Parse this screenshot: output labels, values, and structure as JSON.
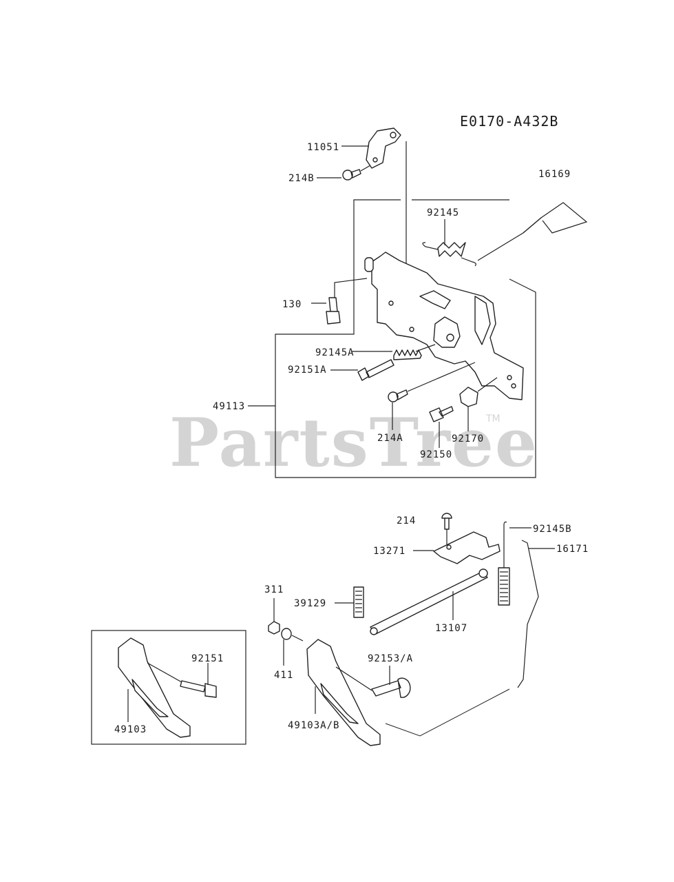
{
  "diagram_code": "E0170-A432B",
  "watermark": {
    "text": "PartsTree",
    "trademark": "TM"
  },
  "parts": {
    "p11051": "11051",
    "p214B": "214B",
    "p16169": "16169",
    "p92145": "92145",
    "p130": "130",
    "p92145A": "92145A",
    "p92151A": "92151A",
    "p49113": "49113",
    "p214A": "214A",
    "p92170": "92170",
    "p92150": "92150",
    "p214": "214",
    "p92145B": "92145B",
    "p13271": "13271",
    "p16171": "16171",
    "p311": "311",
    "p39129": "39129",
    "p13107": "13107",
    "p92151": "92151",
    "p92153A": "92153/A",
    "p411": "411",
    "p49103": "49103",
    "p49103AB": "49103A/B"
  }
}
